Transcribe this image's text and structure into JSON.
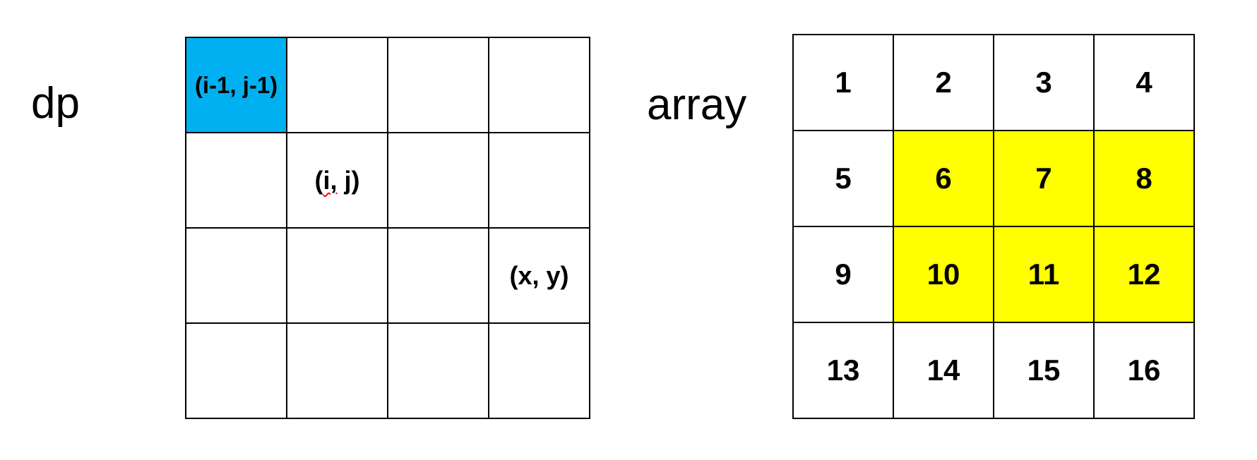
{
  "canvas": {
    "background": "#ffffff"
  },
  "colors": {
    "grid_line": "#000000",
    "text": "#000000",
    "dp_highlight": "#00b0f0",
    "array_highlight": "#ffff00",
    "spellcheck_squiggle": "#ff0000"
  },
  "dp_grid": {
    "label": "dp",
    "rows": 4,
    "cols": 4,
    "cells": [
      [
        {
          "text": "(i-1, j-1)",
          "highlight": true,
          "small": true
        },
        {
          "text": ""
        },
        {
          "text": ""
        },
        {
          "text": ""
        }
      ],
      [
        {
          "text": ""
        },
        {
          "text": "(i, j)",
          "parts": [
            {
              "text": "("
            },
            {
              "text": "i,",
              "squiggle": true
            },
            {
              "text": " j)"
            }
          ]
        },
        {
          "text": ""
        },
        {
          "text": ""
        }
      ],
      [
        {
          "text": ""
        },
        {
          "text": ""
        },
        {
          "text": ""
        },
        {
          "text": "(x, y)"
        }
      ],
      [
        {
          "text": ""
        },
        {
          "text": ""
        },
        {
          "text": ""
        },
        {
          "text": ""
        }
      ]
    ]
  },
  "array_grid": {
    "label": "array",
    "rows": 4,
    "cols": 4,
    "cells": [
      [
        {
          "text": "1"
        },
        {
          "text": "2"
        },
        {
          "text": "3"
        },
        {
          "text": "4"
        }
      ],
      [
        {
          "text": "5"
        },
        {
          "text": "6",
          "highlight": true
        },
        {
          "text": "7",
          "highlight": true
        },
        {
          "text": "8",
          "highlight": true
        }
      ],
      [
        {
          "text": "9"
        },
        {
          "text": "10",
          "highlight": true
        },
        {
          "text": "11",
          "highlight": true
        },
        {
          "text": "12",
          "highlight": true
        }
      ],
      [
        {
          "text": "13"
        },
        {
          "text": "14"
        },
        {
          "text": "15"
        },
        {
          "text": "16"
        }
      ]
    ]
  }
}
